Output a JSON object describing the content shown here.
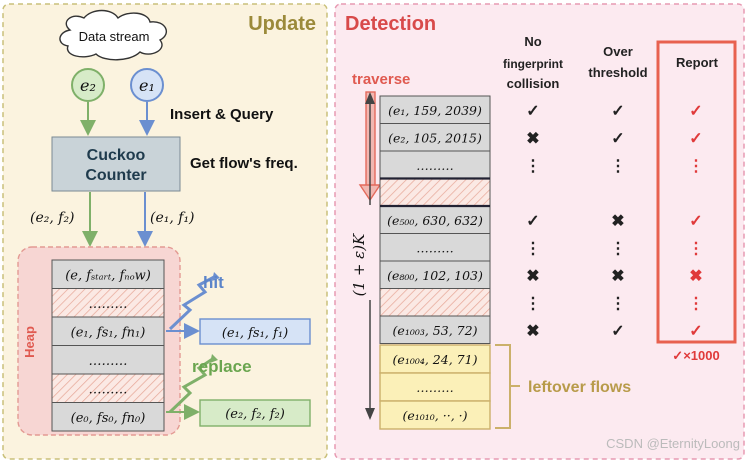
{
  "update": {
    "title": "Update",
    "cloud": "Data stream",
    "e2": "e₂",
    "e1": "e₁",
    "insert_query": "Insert & Query",
    "cuckoo1": "Cuckoo",
    "cuckoo2": "Counter",
    "get_freq": "Get flow's freq.",
    "lbl_e2f2": "(e₂, f₂)",
    "lbl_e1f1": "(e₁, f₁)",
    "heap_label": "Heap",
    "hit": "hit",
    "replace": "replace",
    "heap_rows": [
      {
        "text": "(e, fₛₜₐᵣₜ, fₙₒw)",
        "hatched": false
      },
      {
        "text": "………",
        "hatched": true
      },
      {
        "text": "(e₁, fs₁, fn₁)",
        "hatched": false
      },
      {
        "text": "………",
        "hatched": false
      },
      {
        "text": "………",
        "hatched": true
      },
      {
        "text": "(e₀, fs₀, fn₀)",
        "hatched": false
      }
    ],
    "hit_box": "(e₁, fs₁, f₁)",
    "replace_box": "(e₂, f₂, f₂)"
  },
  "detection": {
    "title": "Detection",
    "col1": [
      "No",
      "fingerprint",
      "collision"
    ],
    "col2": [
      "Over",
      "threshold"
    ],
    "col3": "Report",
    "traverse": "traverse",
    "axis_label": "(1 + ε)K",
    "report_count": "✓×1000",
    "leftover": "leftover flows",
    "rows": [
      {
        "text": "(e₁, 159, 2039)",
        "hatched": false,
        "c1": "✓",
        "c2": "✓",
        "c3": "✓",
        "c3color": "red"
      },
      {
        "text": "(e₂, 105, 2015)",
        "hatched": false,
        "c1": "✖",
        "c2": "✓",
        "c3": "✓",
        "c3color": "red"
      },
      {
        "text": "………",
        "hatched": false,
        "c1": "⋮",
        "c2": "⋮",
        "c3": "⋮",
        "c3color": "red"
      },
      {
        "text": "",
        "hatched": true,
        "c1": "",
        "c2": "",
        "c3": "",
        "c3color": "red"
      },
      {
        "text": "(e₅₀₀, 630, 632)",
        "hatched": false,
        "c1": "✓",
        "c2": "✖",
        "c3": "✓",
        "c3color": "red"
      },
      {
        "text": "………",
        "hatched": false,
        "c1": "⋮",
        "c2": "⋮",
        "c3": "⋮",
        "c3color": "red"
      },
      {
        "text": "(e₈₀₀, 102, 103)",
        "hatched": false,
        "c1": "✖",
        "c2": "✖",
        "c3": "✖",
        "c3color": "red"
      },
      {
        "text": "",
        "hatched": true,
        "c1": "⋮",
        "c2": "⋮",
        "c3": "⋮",
        "c3color": "red"
      },
      {
        "text": "(e₁₀₀₃, 53, 72)",
        "hatched": false,
        "c1": "✖",
        "c2": "✓",
        "c3": "✓",
        "c3color": "red"
      }
    ],
    "leftover_rows": [
      "(e₁₀₀₄, 24, 71)",
      "………",
      "(e₁₀₁₀, ··, ·)"
    ]
  },
  "watermark": "CSDN @EternityLoong"
}
